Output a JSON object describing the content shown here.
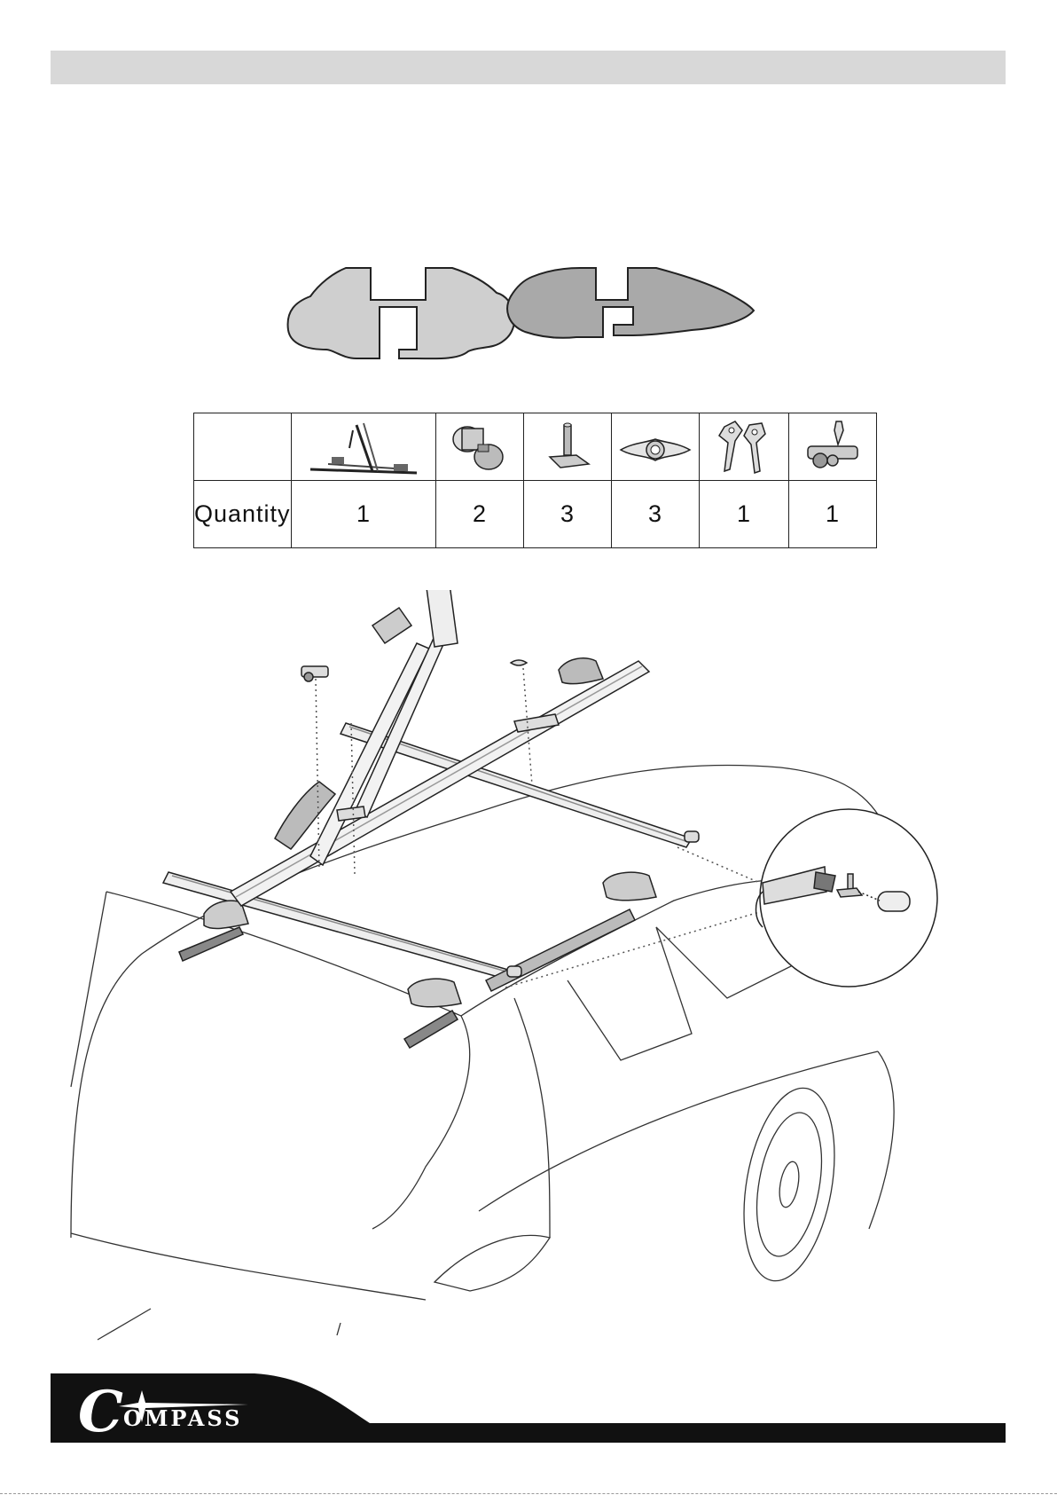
{
  "parts_table": {
    "quantity_label": "Quantity",
    "items": [
      {
        "icon": "bike-carrier-icon",
        "quantity": "1"
      },
      {
        "icon": "end-cap-icon",
        "quantity": "2"
      },
      {
        "icon": "t-bolt-icon",
        "quantity": "3"
      },
      {
        "icon": "wing-nut-icon",
        "quantity": "3"
      },
      {
        "icon": "keys-icon",
        "quantity": "1"
      },
      {
        "icon": "lock-clamp-icon",
        "quantity": "1"
      }
    ]
  },
  "footer": {
    "logo_initial": "C",
    "logo_rest": "OMPASS"
  },
  "colors": {
    "header_bar": "#d8d8d8",
    "profile_fill_light": "#cfcfcf",
    "profile_fill_dark": "#a9a9a9",
    "footer": "#111111"
  }
}
